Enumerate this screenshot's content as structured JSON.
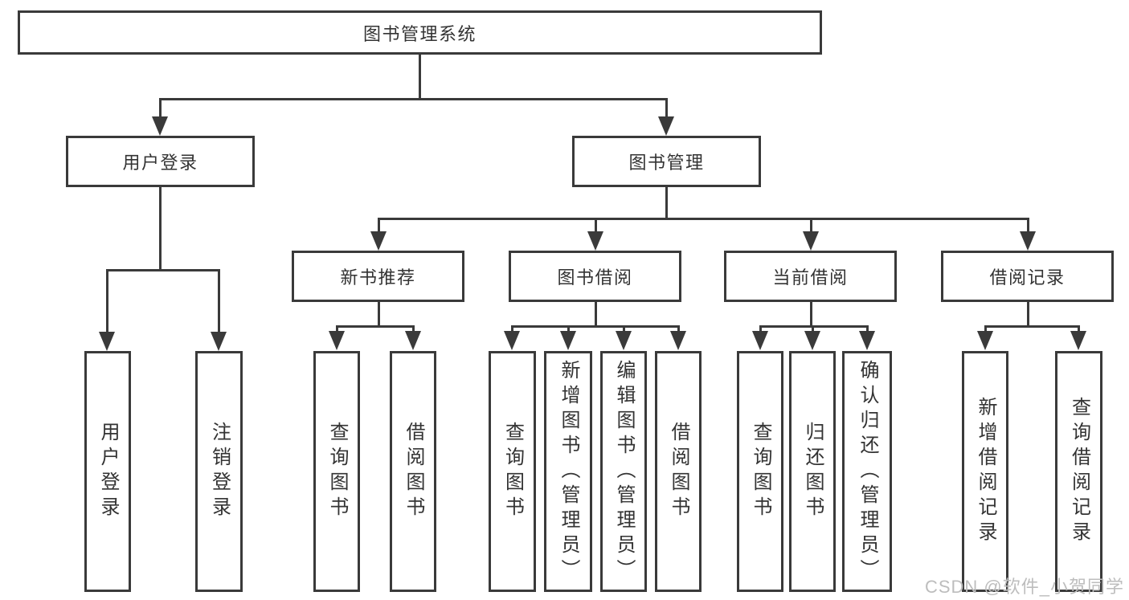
{
  "diagram": {
    "root": {
      "label": "图书管理系统"
    },
    "level2": [
      {
        "label": "用户登录"
      },
      {
        "label": "图书管理"
      }
    ],
    "level3": [
      {
        "label": "新书推荐"
      },
      {
        "label": "图书借阅"
      },
      {
        "label": "当前借阅"
      },
      {
        "label": "借阅记录"
      }
    ],
    "leaves": {
      "login": [
        "用户登录",
        "注销登录"
      ],
      "recommend": [
        "查询图书",
        "借阅图书"
      ],
      "borrow": [
        "查询图书",
        "新增图书（管理员）",
        "编辑图书（管理员）",
        "借阅图书"
      ],
      "current": [
        "查询图书",
        "归还图书",
        "确认归还（管理员）"
      ],
      "records": [
        "新增借阅记录",
        "查询借阅记录"
      ]
    }
  },
  "watermark": {
    "text": "CSDN @软件_小贺同学"
  },
  "colors": {
    "line": "#3a3a3a",
    "text": "#333333",
    "watermark": "#bdbdbd",
    "background": "#ffffff"
  }
}
